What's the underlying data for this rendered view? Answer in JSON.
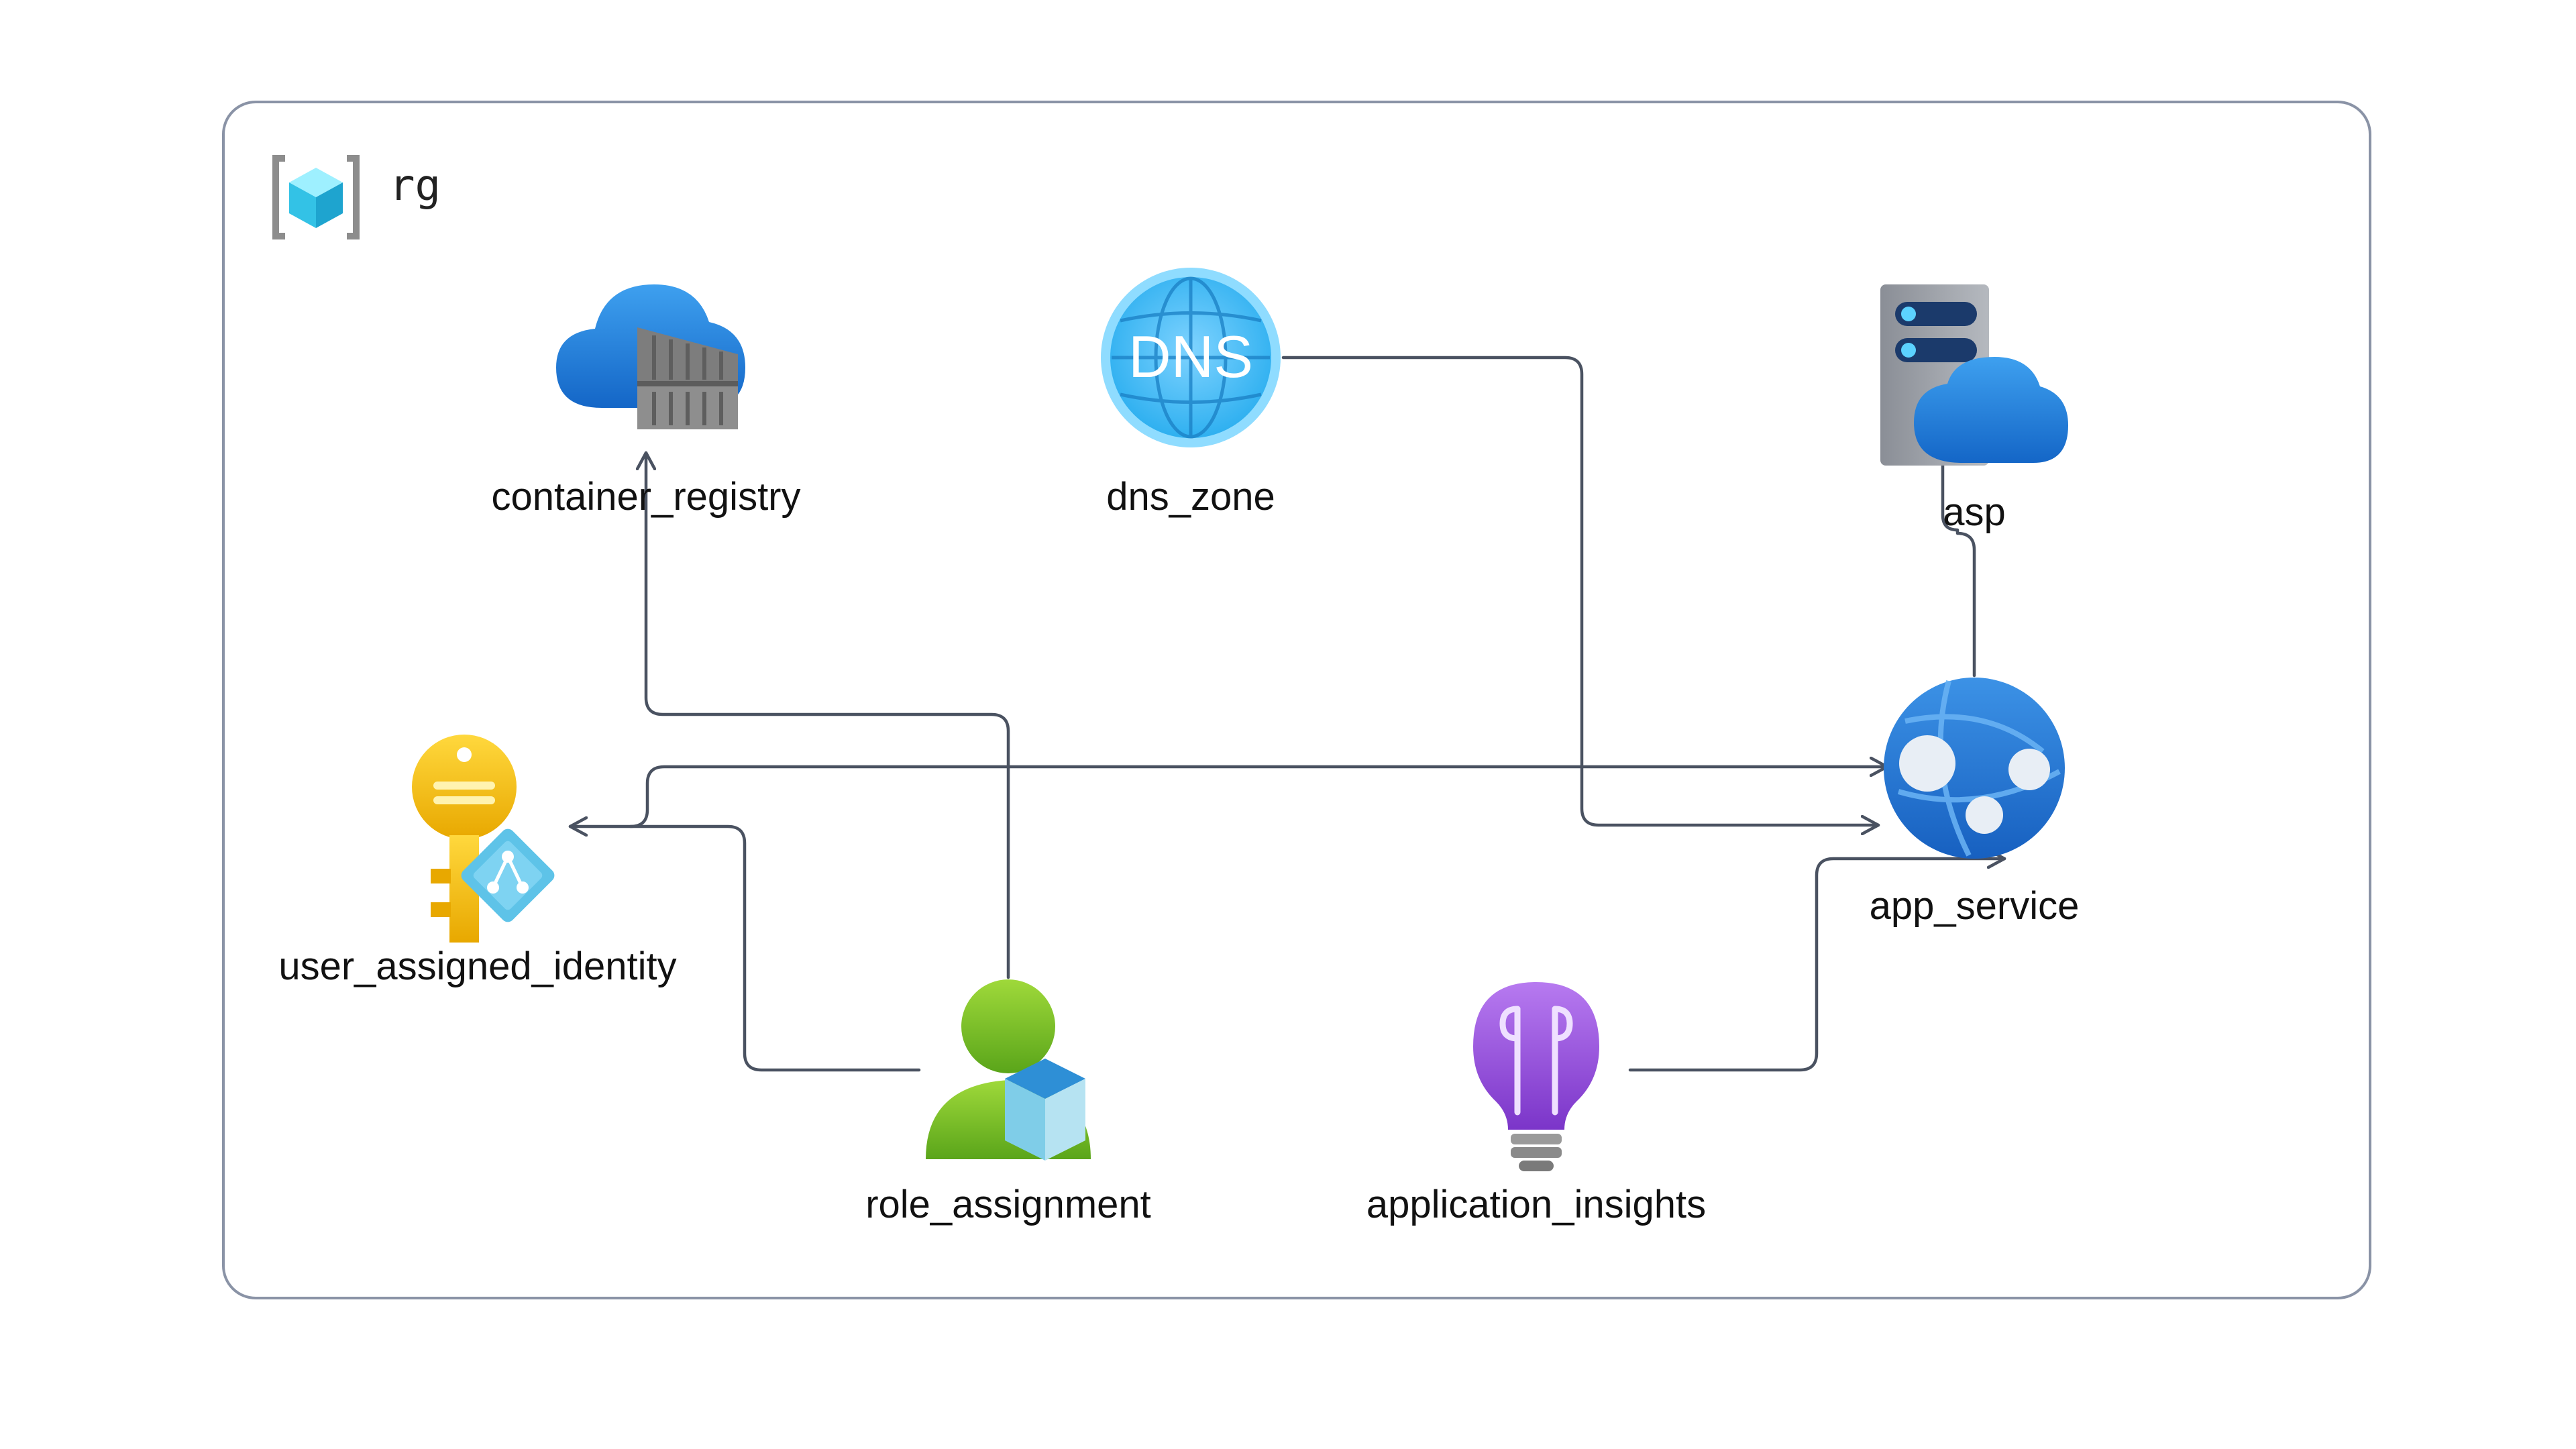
{
  "group": {
    "label": "rg",
    "icon": "resource-group-icon"
  },
  "nodes": {
    "container_registry": {
      "label": "container_registry",
      "icon": "container-registry-icon"
    },
    "dns_zone": {
      "label": "dns_zone",
      "icon": "dns-zone-icon",
      "icon_text": "DNS"
    },
    "asp": {
      "label": "asp",
      "icon": "app-service-plan-icon"
    },
    "user_assigned_identity": {
      "label": "user_assigned_identity",
      "icon": "managed-identity-icon"
    },
    "app_service": {
      "label": "app_service",
      "icon": "app-service-icon"
    },
    "role_assignment": {
      "label": "role_assignment",
      "icon": "role-assignment-icon"
    },
    "application_insights": {
      "label": "application_insights",
      "icon": "application-insights-icon"
    }
  },
  "edges": [
    {
      "from": "role_assignment",
      "to": "container_registry"
    },
    {
      "from": "role_assignment",
      "to": "user_assigned_identity"
    },
    {
      "from": "user_assigned_identity",
      "to": "app_service"
    },
    {
      "from": "dns_zone",
      "to": "app_service"
    },
    {
      "from": "application_insights",
      "to": "app_service"
    },
    {
      "from": "app_service",
      "to": "asp"
    }
  ],
  "colors": {
    "edge": "#4a5261",
    "group_border": "#8a93a6",
    "azure_blue": "#1f7fd6",
    "key_yellow": "#f5c518",
    "insights_purple": "#9b4fd9",
    "identity_green": "#7cc41f"
  }
}
